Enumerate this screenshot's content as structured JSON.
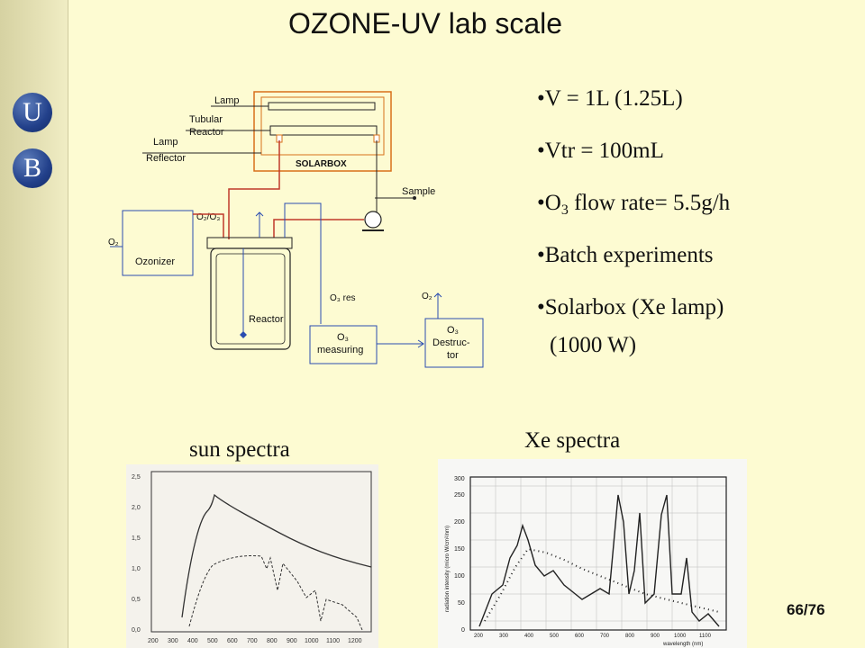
{
  "slide": {
    "title": "OZONE-UV lab scale",
    "page_number": "66/76"
  },
  "logo": {
    "letter_top": "U",
    "letter_bottom": "B"
  },
  "bullets": [
    {
      "text": "•V = 1L (1.25L)"
    },
    {
      "text": "•Vtr = 100mL"
    },
    {
      "prefix": "•O",
      "sub": "3",
      "suffix": " flow rate= 5.5g/h"
    },
    {
      "text": "•Batch experiments"
    },
    {
      "text": "•Solarbox (Xe lamp)",
      "continuation": "(1000 W)"
    }
  ],
  "diagram": {
    "labels": {
      "lamp": "Lamp",
      "tubular_reactor_1": "Tubular",
      "tubular_reactor_2": "Reactor",
      "lamp_reflector_1": "Lamp",
      "lamp_reflector_2": "Reflector",
      "solarbox": "SOLARBOX",
      "sample": "Sample",
      "o2o3": "O₂/O₃",
      "o2_in": "O₂",
      "ozonizer": "Ozonizer",
      "reactor": "Reactor",
      "o3_res": "O₃ res",
      "o2_out": "O₂",
      "o3_measuring_1": "O₃",
      "o3_measuring_2": "measuring",
      "destructor_1": "O₃",
      "destructor_2": "Destruc-",
      "destructor_3": "tor"
    }
  },
  "captions": {
    "sun": "sun spectra",
    "xe": "Xe spectra"
  },
  "sun_chart": {
    "x_ticks": [
      "200",
      "300",
      "400",
      "500",
      "600",
      "700",
      "800",
      "900",
      "1000",
      "1100",
      "1200"
    ],
    "y_ticks": [
      "0,0",
      "0,5",
      "1,0",
      "1,5",
      "2,0",
      "2,5"
    ]
  },
  "xe_chart": {
    "y_ticks": [
      "0",
      "50",
      "100",
      "150",
      "200",
      "250",
      "300"
    ],
    "x_ticks": [
      "200",
      "300",
      "400",
      "500",
      "600",
      "700",
      "800",
      "900",
      "1000",
      "1100"
    ],
    "x_label": "wavelength (nm)",
    "y_label": "radiation intensity (micro W/cm²/nm)"
  },
  "colors": {
    "background": "#fdfbd2",
    "diagram_line": "#222222",
    "solarbox_frame": "#d8701a",
    "flow_red": "#c0392b",
    "flow_blue": "#2a4db0"
  }
}
